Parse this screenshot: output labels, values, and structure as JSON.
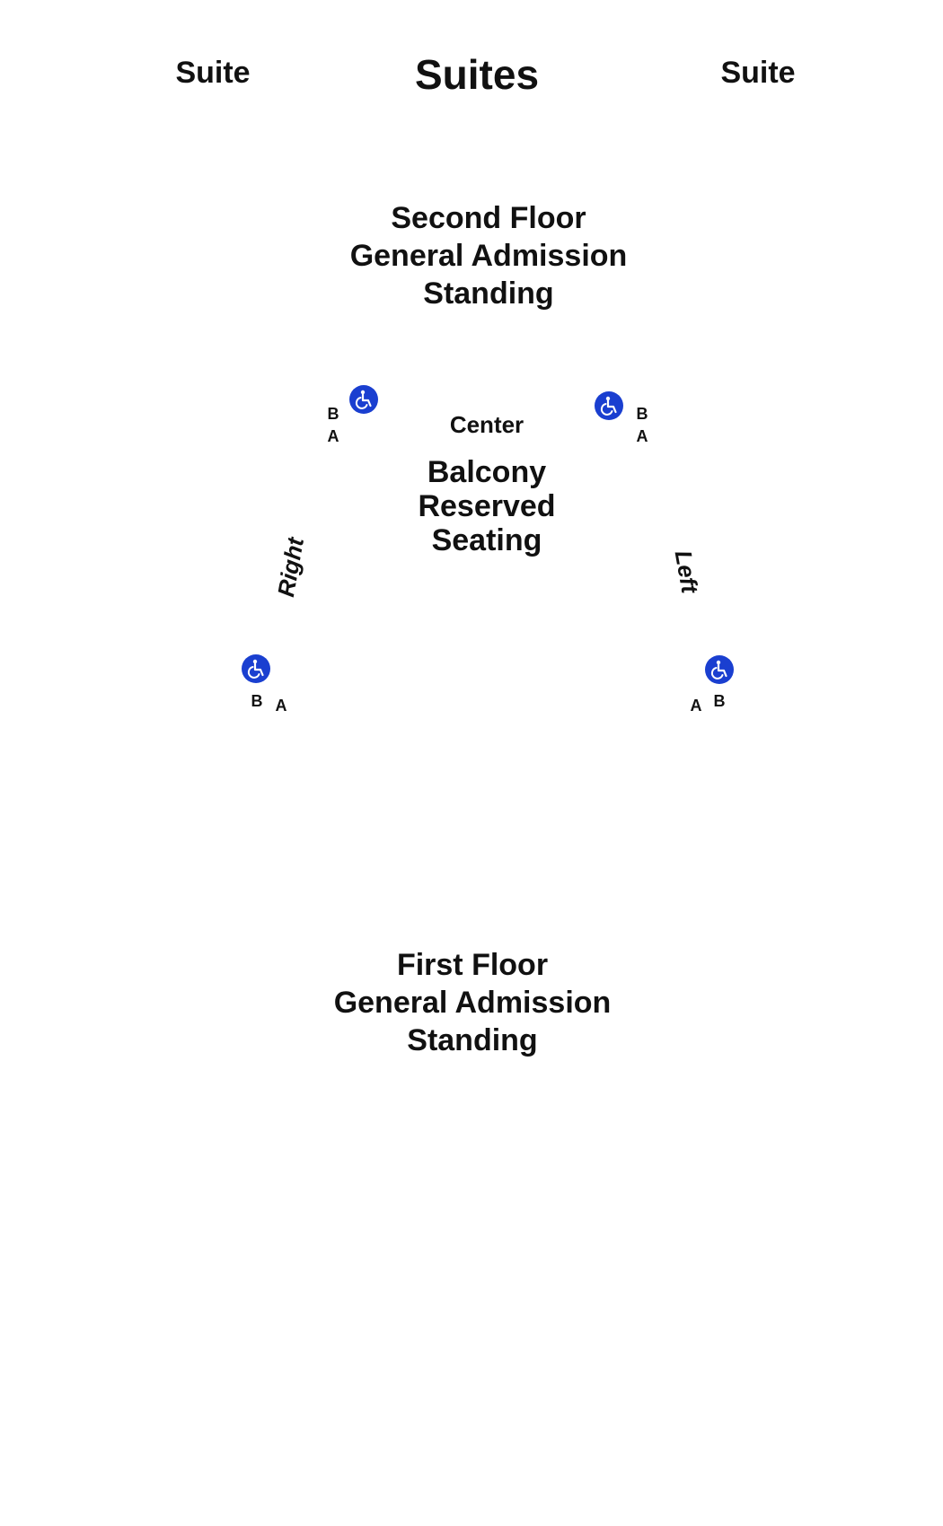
{
  "header": {
    "suite_left": "Suite",
    "title": "Suites",
    "suite_right": "Suite"
  },
  "second_floor": {
    "line1": "Second Floor",
    "line2": "General Admission",
    "line3": "Standing"
  },
  "balcony": {
    "center_label": "Center",
    "line1": "Balcony",
    "line2": "Reserved",
    "line3": "Seating",
    "right_label": "Right",
    "left_label": "Left",
    "rows": {
      "upper_left_b": "B",
      "upper_left_a": "A",
      "upper_right_b": "B",
      "upper_right_a": "A",
      "lower_left_b": "B",
      "lower_left_a": "A",
      "lower_right_a": "A",
      "lower_right_b": "B"
    }
  },
  "first_floor": {
    "line1": "First Floor",
    "line2": "General Admission",
    "line3": "Standing"
  },
  "icons": {
    "accessible": "wheelchair-icon",
    "accessible_color": "#1a3fd0"
  }
}
